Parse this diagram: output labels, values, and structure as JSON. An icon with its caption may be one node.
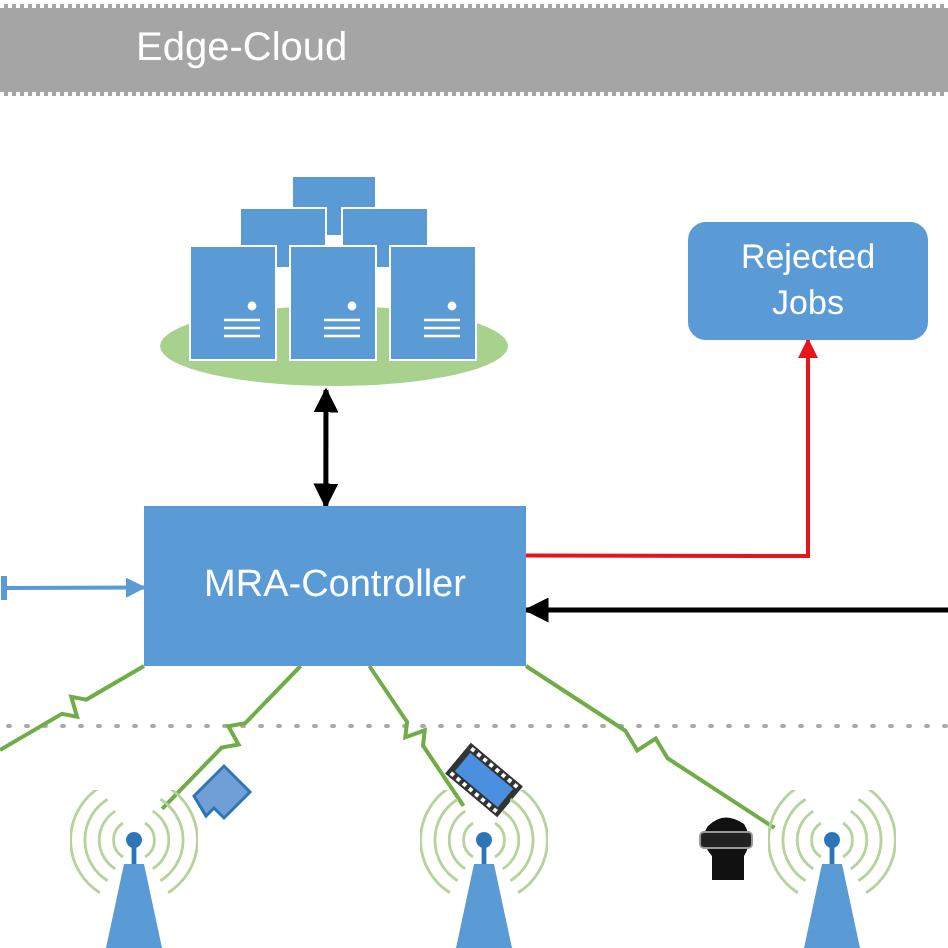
{
  "diagram": {
    "nodes": [
      {
        "text": [
          "Edge-Cloud"
        ]
      },
      {
        "text": [],
        "shape": "picture"
      },
      {
        "text": [
          "Rejected Jobs"
        ]
      },
      {
        "text": [
          "MRA-Controller"
        ]
      },
      {
        "text": [],
        "shape": "antenna"
      },
      {
        "text": [],
        "shape": "antenna"
      },
      {
        "text": [],
        "shape": "antenna"
      }
    ],
    "edges": [
      {
        "from": 1,
        "to": 3,
        "arrow": "both",
        "color": "#000000"
      },
      {
        "from": 3,
        "to": 2,
        "arrow": "to",
        "color": "#e8141b"
      },
      {
        "from": null,
        "to": 3,
        "arrow": "to",
        "color": "#5b9bd5"
      },
      {
        "from": null,
        "to": 3,
        "arrow": "to",
        "color": "#000000"
      },
      {
        "from": 3,
        "to": 4,
        "arrow": "none",
        "color": "#70ad47"
      },
      {
        "from": 3,
        "to": null,
        "arrow": "none",
        "color": "#70ad47"
      },
      {
        "from": 3,
        "to": 5,
        "arrow": "none",
        "color": "#70ad47"
      },
      {
        "from": 3,
        "to": 6,
        "arrow": "none",
        "color": "#70ad47"
      }
    ]
  }
}
